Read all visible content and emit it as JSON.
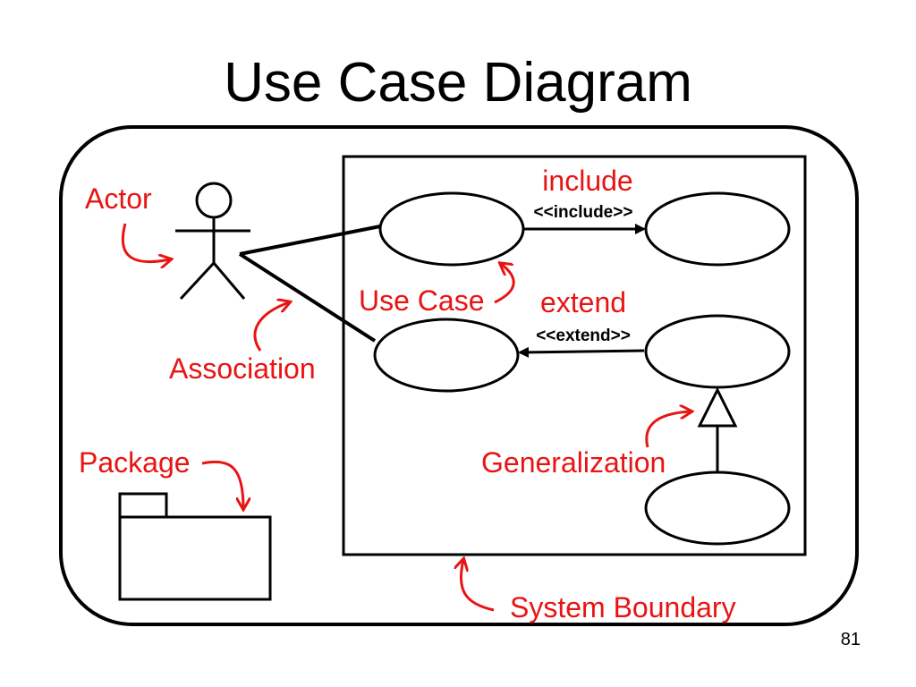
{
  "slide": {
    "title": "Use Case Diagram",
    "page_number": "81"
  },
  "labels": {
    "actor": "Actor",
    "association": "Association",
    "package": "Package",
    "use_case": "Use Case",
    "include": "include",
    "extend": "extend",
    "generalization": "Generalization",
    "system_boundary": "System Boundary"
  },
  "stereotypes": {
    "include": "<<include>>",
    "extend": "<<extend>>"
  },
  "colors": {
    "annotation": "#e81414",
    "diagram_lines": "#000000",
    "background": "#ffffff"
  }
}
